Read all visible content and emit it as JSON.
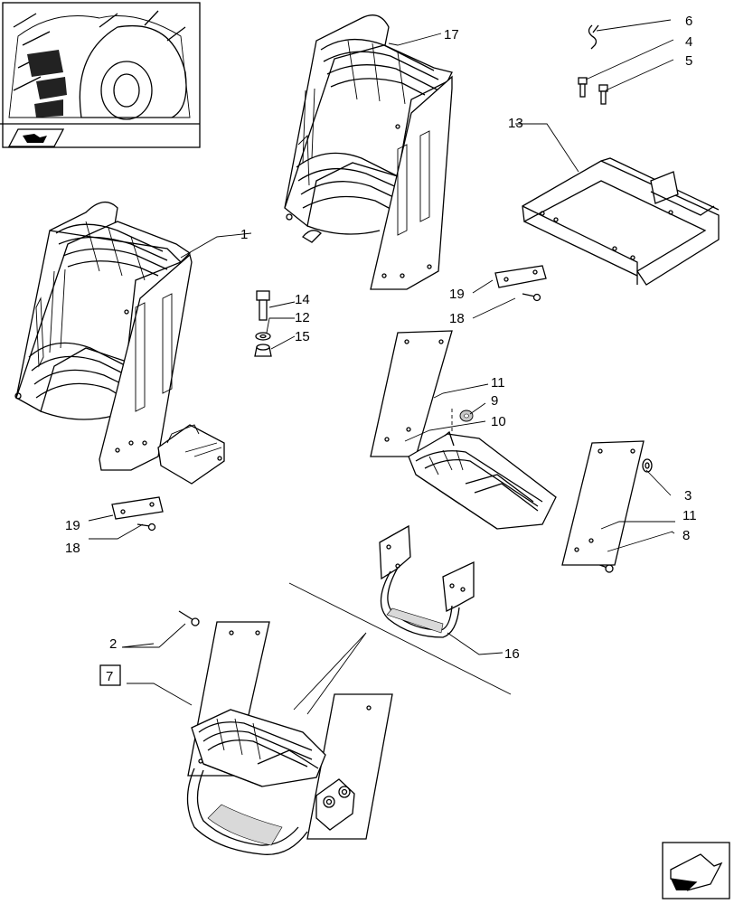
{
  "callouts": {
    "c1": "1",
    "c2": "2",
    "c3": "3",
    "c4": "4",
    "c5": "5",
    "c6": "6",
    "c7": "7",
    "c8": "8",
    "c9": "9",
    "c10": "10",
    "c11a": "11",
    "c11b": "11",
    "c12": "12",
    "c13": "13",
    "c14": "14",
    "c15": "15",
    "c16": "16",
    "c17": "17",
    "c18a": "18",
    "c18b": "18",
    "c19a": "19",
    "c19b": "19"
  },
  "icons": {
    "thumbnail": "tractor-wheel-thumbnail-icon",
    "book": "book-index-icon",
    "next": "next-page-arrow-icon"
  }
}
